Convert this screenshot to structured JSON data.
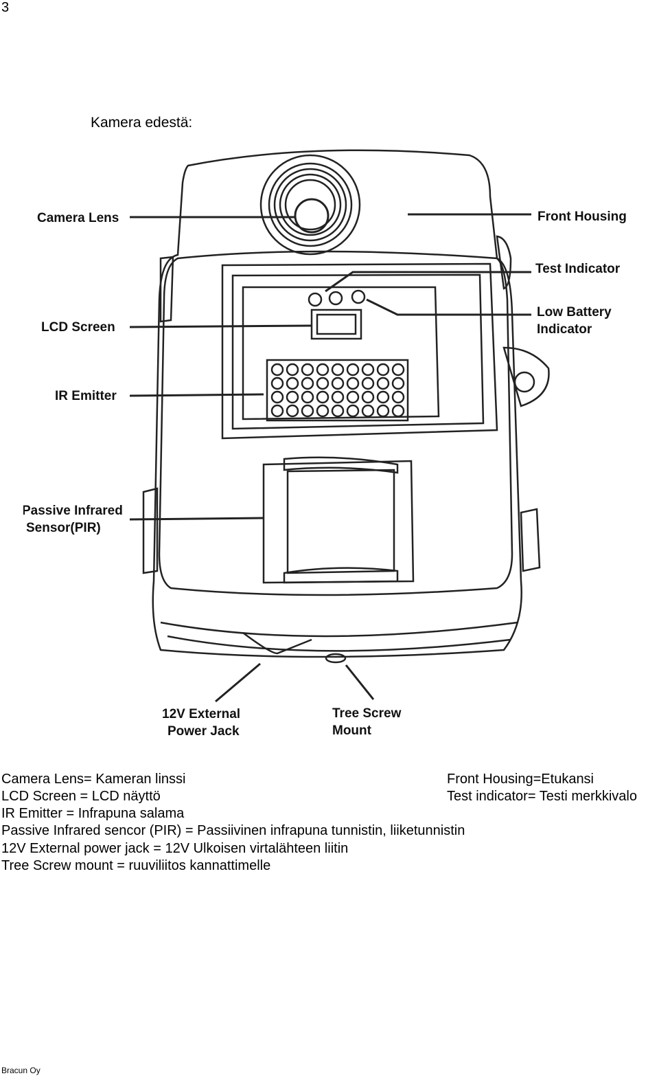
{
  "page_number": "3",
  "heading": "Kamera edestä:",
  "diagram": {
    "callouts": {
      "camera_lens": "Camera Lens",
      "front_housing": "Front Housing",
      "test_indicator": "Test Indicator",
      "low_battery_1": "Low Battery",
      "low_battery_2": "Indicator",
      "lcd_screen": "LCD Screen",
      "ir_emitter": "IR Emitter",
      "pir_1": "Passive Infrared",
      "pir_2": "Sensor(PIR)",
      "power_jack_1": "12V External",
      "power_jack_2": "Power Jack",
      "tree_mount_1": "Tree Screw",
      "tree_mount_2": "Mount"
    }
  },
  "legend": {
    "camera_lens": "Camera Lens= Kameran linssi",
    "front_housing": "Front Housing=Etukansi",
    "lcd_screen": "LCD Screen =  LCD näyttö",
    "test_indicator": "Test indicator= Testi merkkivalo",
    "ir_emitter": "IR Emitter = Infrapuna salama",
    "pir": "Passive Infrared sencor (PIR) = Passiivinen infrapuna tunnistin, liiketunnistin",
    "power_jack": "12V External power jack = 12V Ulkoisen virtalähteen liitin",
    "tree_mount": "Tree Screw mount = ruuviliitos kannattimelle"
  },
  "footer": "Bracun Oy"
}
